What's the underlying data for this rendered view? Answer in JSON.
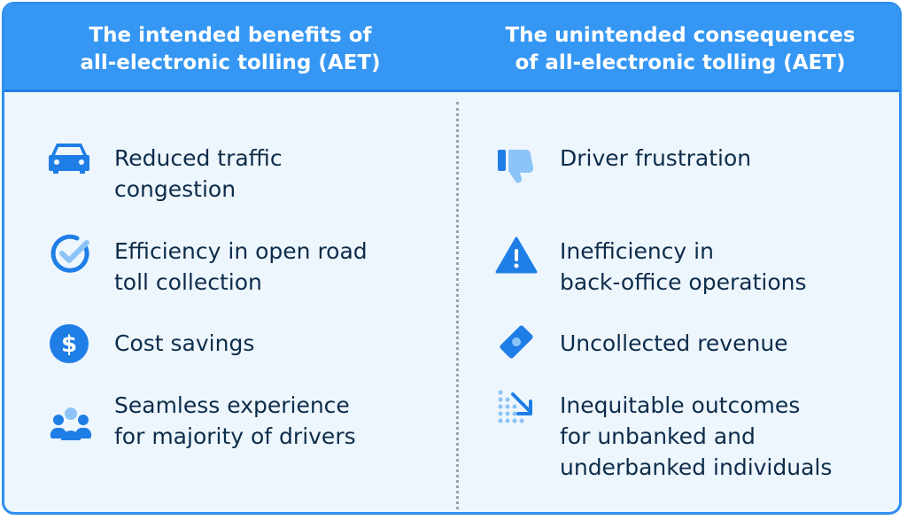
{
  "header": {
    "left_title": "The intended benefits of\nall-electronic tolling (AET)",
    "right_title": "The unintended consequences\nof all-electronic tolling (AET)"
  },
  "benefits": [
    {
      "label": "Reduced traffic\ncongestion",
      "icon": "car-icon"
    },
    {
      "label": "Efficiency in open road\ntoll collection",
      "icon": "check-circle-icon"
    },
    {
      "label": "Cost savings",
      "icon": "dollar-icon"
    },
    {
      "label": "Seamless experience\nfor majority of drivers",
      "icon": "people-group-icon"
    }
  ],
  "consequences": [
    {
      "label": "Driver frustration",
      "icon": "thumbs-down-icon"
    },
    {
      "label": "Inefficiency in\nback-office operations",
      "icon": "warning-icon"
    },
    {
      "label": "Uncollected revenue",
      "icon": "money-bill-icon"
    },
    {
      "label": "Inequitable outcomes\nfor unbanked and\nunderbanked individuals",
      "icon": "trend-down-icon"
    }
  ],
  "colors": {
    "header": "#3597f3",
    "icon": "#1f7ee6",
    "icon_light": "#8cc4f7",
    "text": "#0d2c4a",
    "background": "#eef6fd"
  }
}
